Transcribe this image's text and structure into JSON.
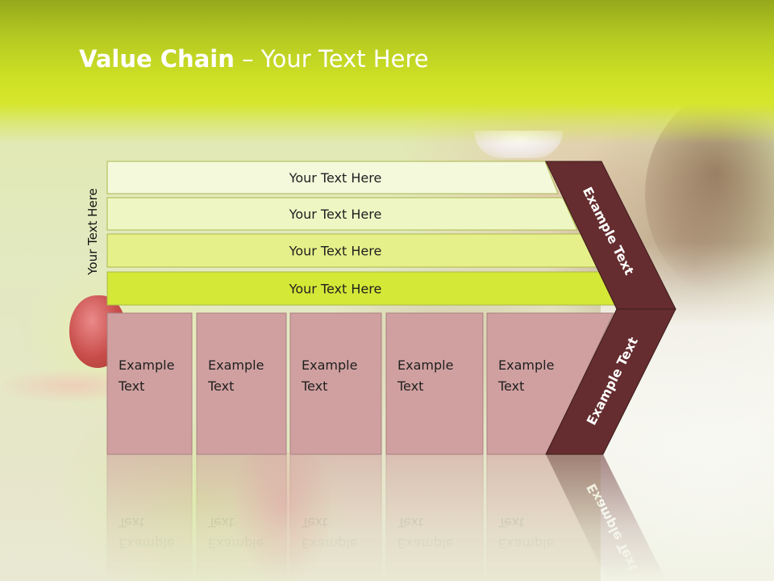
{
  "slide": {
    "title_bold": "Value Chain",
    "title_rest": " – Your Text Here",
    "side_label": "Your Text Here"
  },
  "support_bars": [
    {
      "label": "Your Text Here",
      "fill": "#f4f9dc"
    },
    {
      "label": "Your Text Here",
      "fill": "#eef6c4"
    },
    {
      "label": "Your Text Here",
      "fill": "#e6f08a"
    },
    {
      "label": "Your Text Here",
      "fill": "#d4e837"
    }
  ],
  "primary_cells": [
    {
      "line1": "Example",
      "line2": "Text"
    },
    {
      "line1": "Example",
      "line2": "Text"
    },
    {
      "line1": "Example",
      "line2": "Text"
    },
    {
      "line1": "Example",
      "line2": "Text"
    },
    {
      "line1": "Example",
      "line2": "Text"
    }
  ],
  "chevron": {
    "upper_label": "Example Text",
    "lower_label": "Example Text"
  },
  "colors": {
    "support_border": "#a9b94a",
    "cell_fill": "#d0a0a0",
    "cell_border": "#a98080",
    "chevron_fill": "#652d2f",
    "chevron_border": "#3d1a1b"
  }
}
